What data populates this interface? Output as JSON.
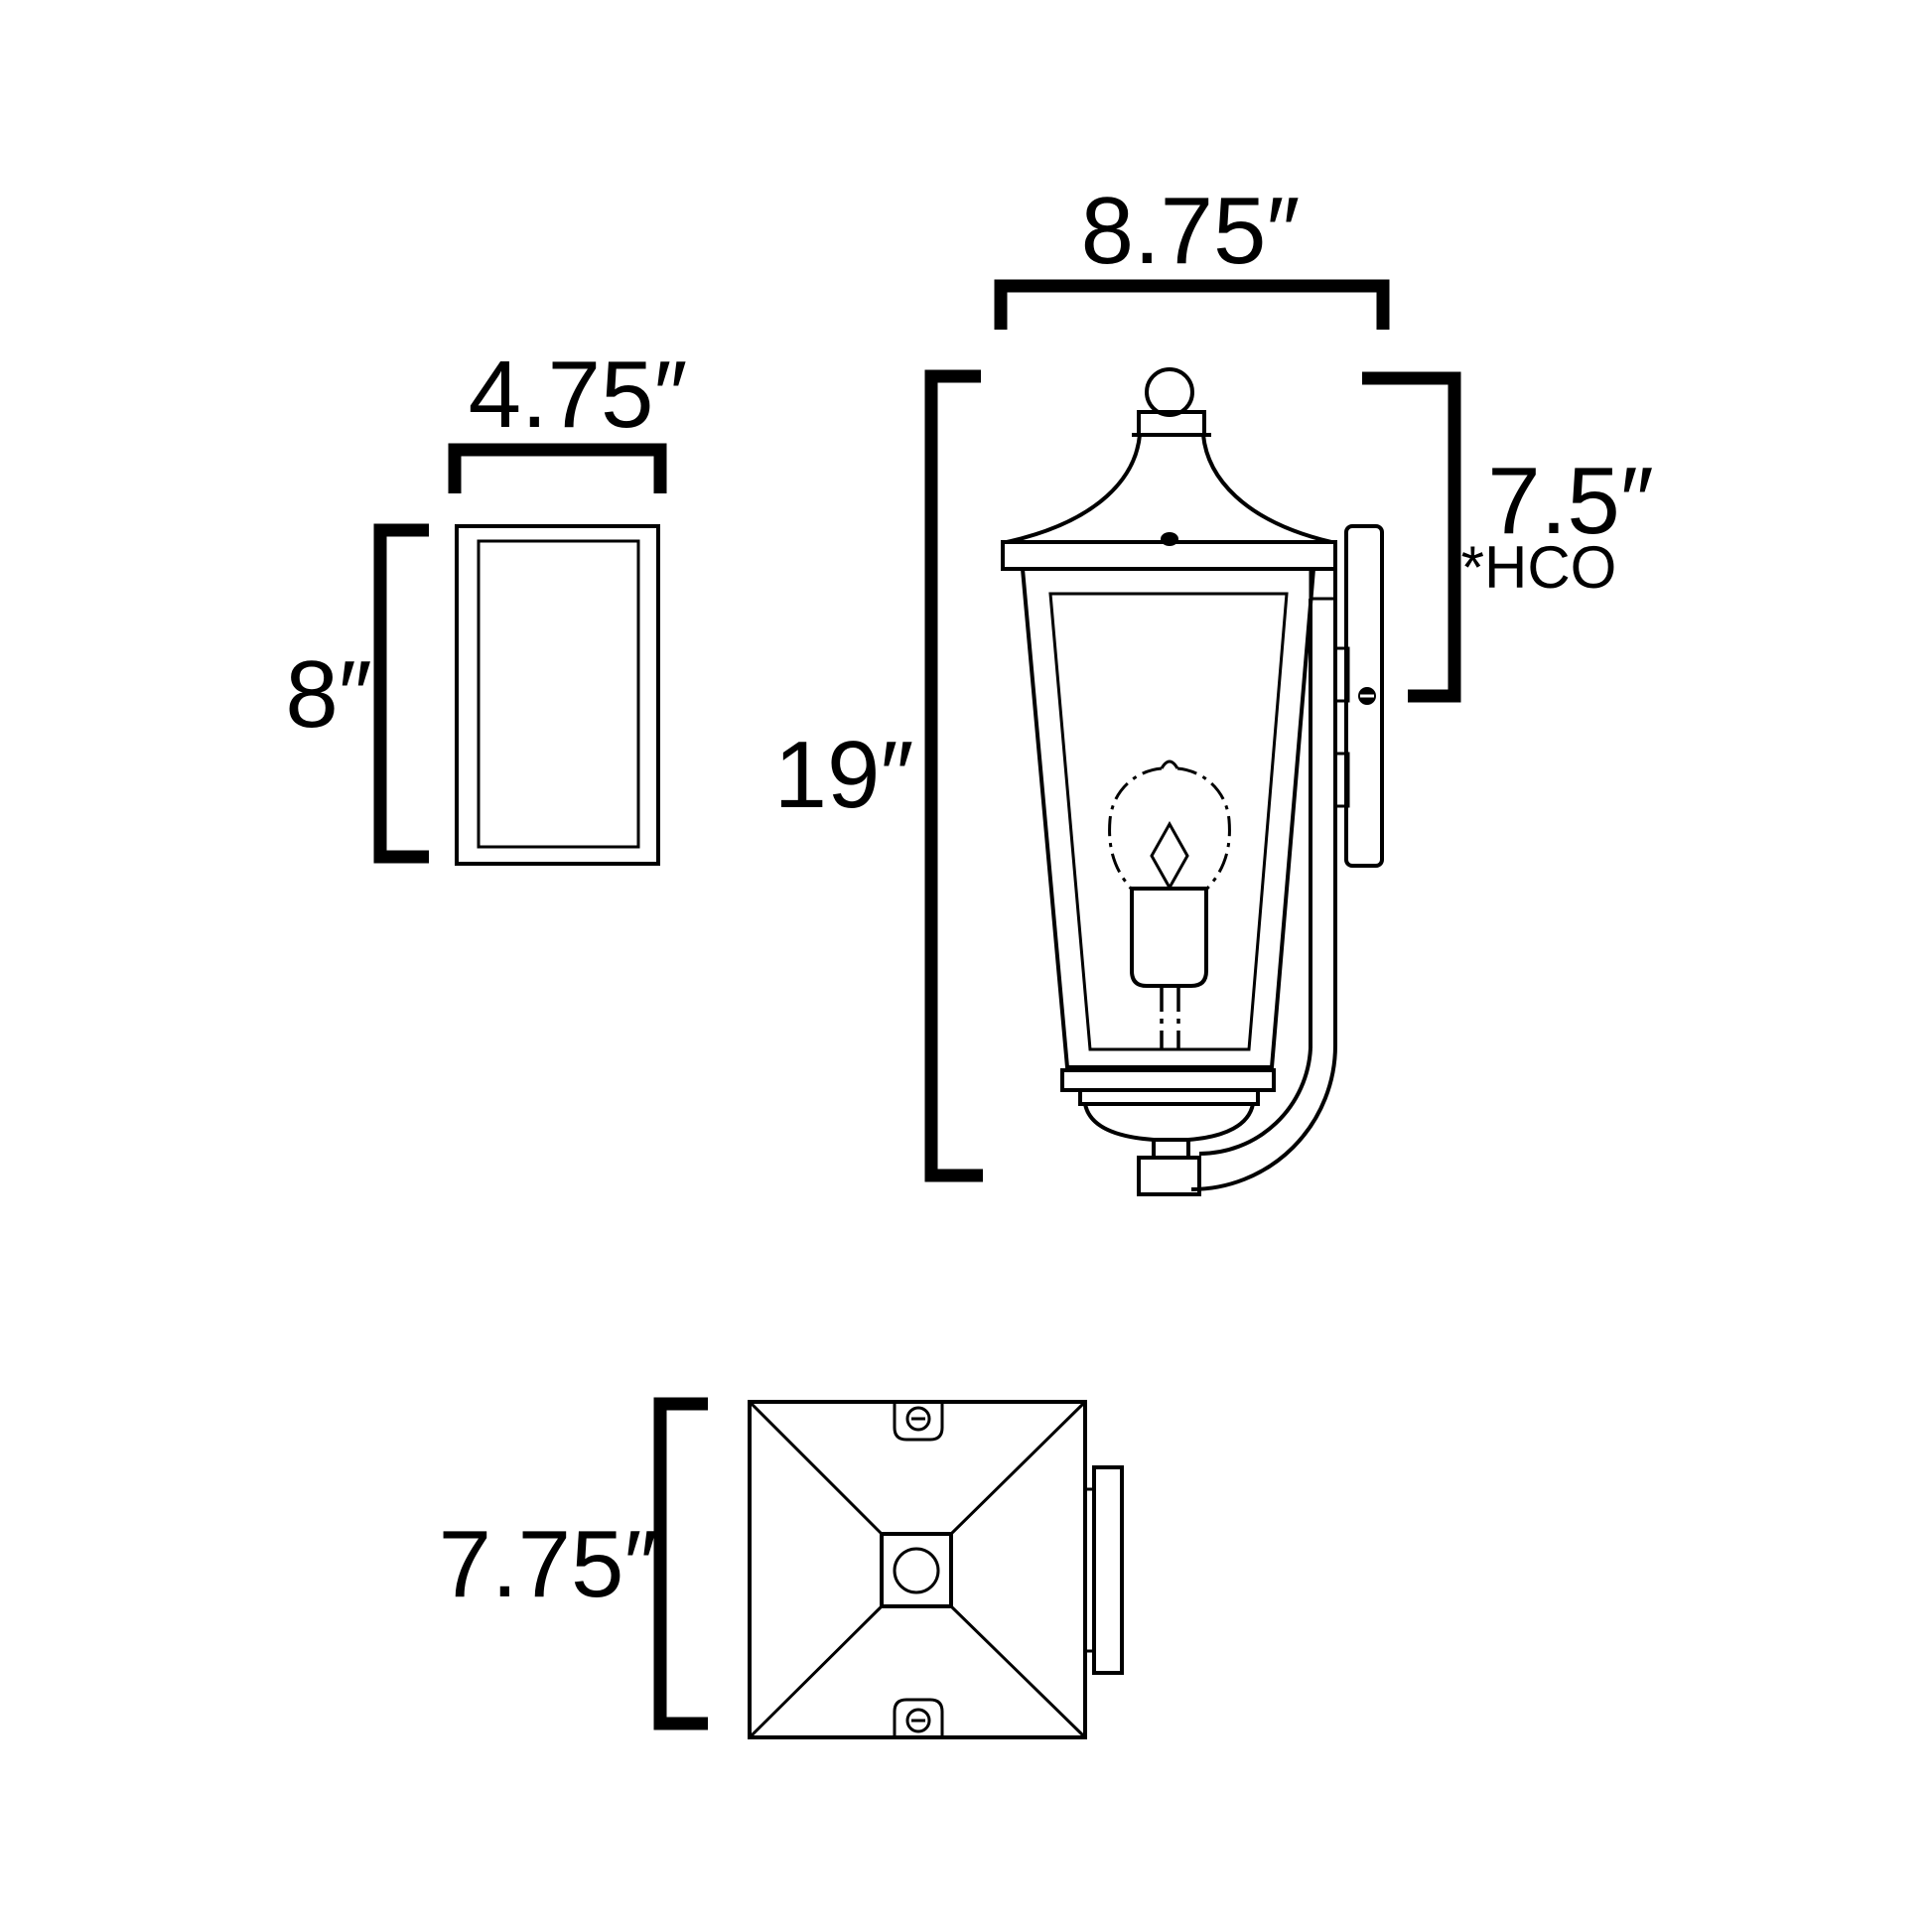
{
  "diagram": {
    "background_color": "#ffffff",
    "line_color": "#000000",
    "views": {
      "backplate_front_view": {
        "width_dimension": "4.75″",
        "height_dimension": "8″"
      },
      "side_view": {
        "width_dimension": "8.75″",
        "height_dimension": "19″",
        "mount_height_dimension": "7.5″",
        "mount_height_note": "*HCO"
      },
      "top_view": {
        "depth_dimension": "7.75″"
      }
    }
  }
}
